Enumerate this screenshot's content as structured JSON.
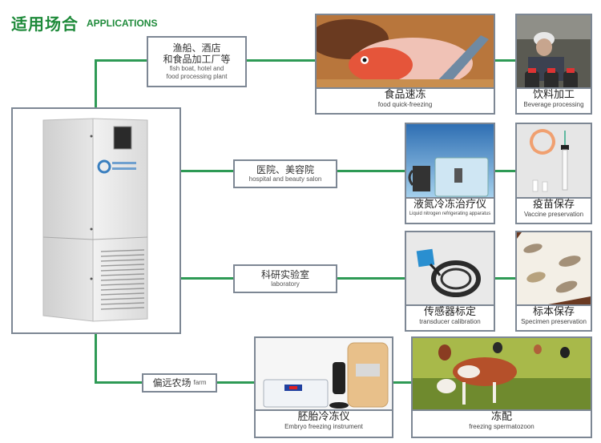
{
  "header": {
    "title_cn": "适用场合",
    "title_en": "APPLICATIONS"
  },
  "colors": {
    "accent": "#1e8a3a",
    "connector": "#2e9a55",
    "border": "#7d8794"
  },
  "categories": [
    {
      "cn_line1": "渔船、酒店",
      "cn_line2": "和食品加工厂等",
      "en_line1": "fish boat, hotel and",
      "en_line2": "food processing plant"
    },
    {
      "cn": "医院、美容院",
      "en": "hospital and beauty salon"
    },
    {
      "cn": "科研实验室",
      "en": "laboratory"
    },
    {
      "cn": "偏远农场",
      "en": "farm"
    }
  ],
  "cards": [
    {
      "cn": "食品速冻",
      "en": "food quick-freezing",
      "image": "fish-photo"
    },
    {
      "cn": "饮料加工",
      "en": "Beverage processing",
      "image": "beverage-worker-photo"
    },
    {
      "cn": "液氮冷冻治疗仪",
      "en": "Liquid nitrogen refrigerating apparatus",
      "image": "cryo-apparatus-photo"
    },
    {
      "cn": "疫苗保存",
      "en": "Vaccine preservation",
      "image": "syringe-photo"
    },
    {
      "cn": "传感器标定",
      "en": "transducer calibration",
      "image": "sensor-photo"
    },
    {
      "cn": "标本保存",
      "en": "Specimen preservation",
      "image": "moth-specimen-photo"
    },
    {
      "cn": "胚胎冷冻仪",
      "en": "Embryo freezing instrument",
      "image": "embryo-instrument-photo"
    },
    {
      "cn": "冻配",
      "en": "freezing spermatozoon",
      "image": "cattle-photo"
    }
  ],
  "device": {
    "name": "freezer-unit"
  }
}
